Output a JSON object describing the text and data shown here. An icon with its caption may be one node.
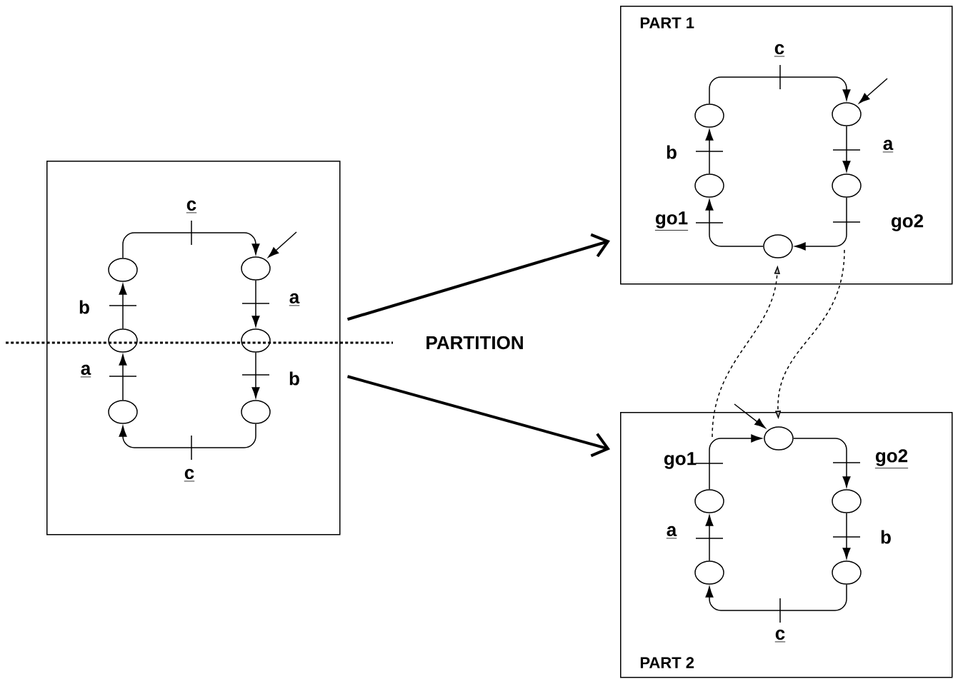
{
  "diagram": {
    "nodes": [
      {
        "text": [],
        "shape": "box"
      },
      {
        "text": [
          "PART 1"
        ]
      },
      {
        "text": [
          "PART 2"
        ]
      },
      {
        "text": [],
        "shape": "ellipse",
        "in": 0
      },
      {
        "text": [],
        "shape": "ellipse",
        "in": 0
      },
      {
        "text": [],
        "shape": "ellipse",
        "in": 0
      },
      {
        "text": [],
        "shape": "ellipse",
        "in": 0
      },
      {
        "text": [],
        "shape": "ellipse",
        "in": 0
      },
      {
        "text": [],
        "shape": "ellipse",
        "in": 0
      },
      {
        "text": [],
        "shape": "ellipse",
        "in": 1
      },
      {
        "text": [],
        "shape": "ellipse",
        "in": 1
      },
      {
        "text": [],
        "shape": "ellipse",
        "in": 1
      },
      {
        "text": [],
        "shape": "ellipse",
        "in": 1
      },
      {
        "text": [],
        "shape": "ellipse",
        "in": 1
      },
      {
        "text": [],
        "shape": "ellipse",
        "in": 2
      },
      {
        "text": [],
        "shape": "ellipse",
        "in": 2
      },
      {
        "text": [],
        "shape": "ellipse",
        "in": 2
      },
      {
        "text": [],
        "shape": "ellipse",
        "in": 2
      },
      {
        "text": [],
        "shape": "ellipse",
        "in": 2
      }
    ],
    "edges": [
      {
        "from": 0,
        "to": 1,
        "arrow": "to",
        "style": "thick"
      },
      {
        "from": 0,
        "to": 2,
        "arrow": "to",
        "style": "thick"
      },
      {
        "from": 3,
        "to": 4,
        "arrow": "to",
        "label": "c"
      },
      {
        "from": 4,
        "to": 6,
        "arrow": "to",
        "label": "a"
      },
      {
        "from": 6,
        "to": 8,
        "arrow": "to",
        "label": "b"
      },
      {
        "from": 8,
        "to": 7,
        "arrow": "to",
        "label": "c"
      },
      {
        "from": 7,
        "to": 5,
        "arrow": "to",
        "label": "a"
      },
      {
        "from": 5,
        "to": 3,
        "arrow": "to",
        "label": "b"
      },
      {
        "from": null,
        "to": 4,
        "arrow": "to"
      },
      {
        "from": 9,
        "to": 10,
        "arrow": "to",
        "label": "c"
      },
      {
        "from": 10,
        "to": 12,
        "arrow": "to",
        "label": "a"
      },
      {
        "from": 12,
        "to": 13,
        "arrow": "to",
        "label": "go2"
      },
      {
        "from": 13,
        "to": 11,
        "arrow": "to",
        "label": "go1"
      },
      {
        "from": 11,
        "to": 9,
        "arrow": "to",
        "label": "b"
      },
      {
        "from": null,
        "to": 10,
        "arrow": "to"
      },
      {
        "from": 14,
        "to": 16,
        "arrow": "to",
        "label": "go2"
      },
      {
        "from": 16,
        "to": 18,
        "arrow": "to",
        "label": "b"
      },
      {
        "from": 18,
        "to": 17,
        "arrow": "to",
        "label": "c"
      },
      {
        "from": 17,
        "to": 15,
        "arrow": "to",
        "label": "a"
      },
      {
        "from": 15,
        "to": 14,
        "arrow": "to",
        "label": "go1"
      },
      {
        "from": null,
        "to": 14,
        "arrow": "to"
      },
      {
        "from": null,
        "to": 13,
        "arrow": "to",
        "style": "dashed"
      },
      {
        "from": null,
        "to": 14,
        "arrow": "to",
        "style": "dashed"
      }
    ],
    "labels": [
      "PARTITION"
    ]
  }
}
